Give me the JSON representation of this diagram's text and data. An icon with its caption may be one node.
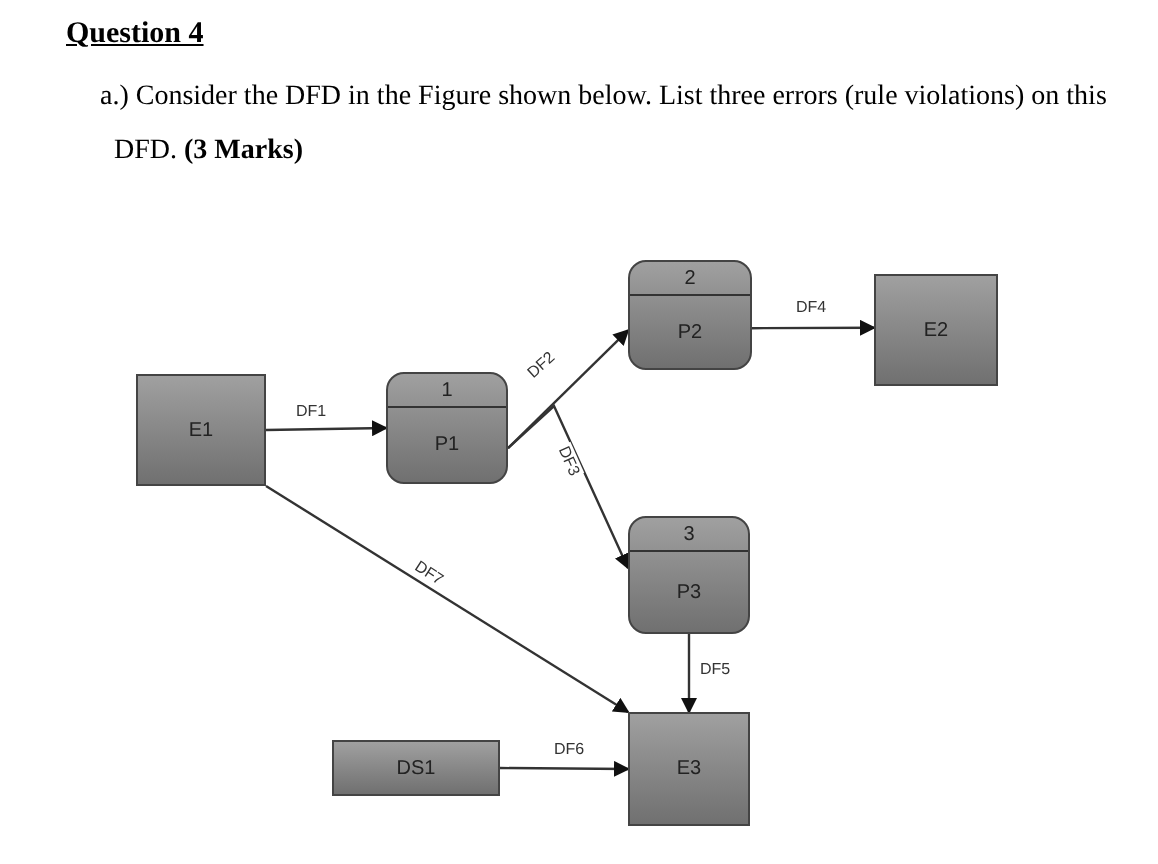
{
  "diagram": {
    "title": "Question 4",
    "nodes": [
      {
        "text": [
          "E1"
        ]
      },
      {
        "text": [
          "1",
          "P1"
        ]
      },
      {
        "text": [
          "2",
          "P2"
        ]
      },
      {
        "text": [
          "E2"
        ]
      },
      {
        "text": [
          "3",
          "P3"
        ]
      },
      {
        "text": [
          "E3"
        ]
      },
      {
        "text": [
          "DS1"
        ]
      }
    ],
    "edges": [
      {
        "from": 0,
        "to": 1,
        "arrow": "to",
        "label": "DF1"
      },
      {
        "from": 1,
        "to": 2,
        "arrow": "to",
        "label": "DF2"
      },
      {
        "from": 1,
        "to": 4,
        "arrow": "to",
        "label": "DF3"
      },
      {
        "from": 2,
        "to": 3,
        "arrow": "to",
        "label": "DF4"
      },
      {
        "from": 4,
        "to": 5,
        "arrow": "to",
        "label": "DF5"
      },
      {
        "from": 6,
        "to": 5,
        "arrow": "to",
        "label": "DF6"
      },
      {
        "from": 0,
        "to": 5,
        "arrow": "to",
        "label": "DF7"
      }
    ],
    "labels": [
      "a.) Consider the DFD in the Figure shown below. List three errors (rule violations) on this DFD. **(3 Marks)**"
    ]
  }
}
